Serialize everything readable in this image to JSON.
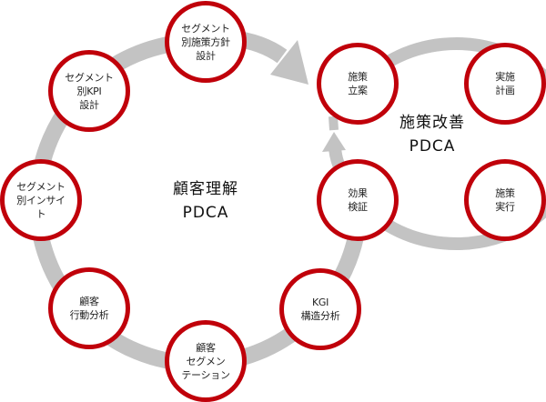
{
  "diagram": {
    "colors": {
      "ring": "#c3c3c3",
      "node_border": "#c0000a",
      "node_fill": "#ffffff",
      "text": "#222222"
    },
    "customer_cycle": {
      "title": "顧客理解\nPDCA",
      "nodes": [
        {
          "id": "segment-policy",
          "label": "セグメント\n別施策方針\n設計"
        },
        {
          "id": "segment-kpi",
          "label": "セグメント\n別KPI\n設計"
        },
        {
          "id": "segment-insight",
          "label": "セグメント\n別インサイ\nト"
        },
        {
          "id": "customer-behavior",
          "label": "顧客\n行動分析"
        },
        {
          "id": "customer-segmentation",
          "label": "顧客\nセグメン\nテーション"
        },
        {
          "id": "kgi-structure",
          "label": "KGI\n構造分析"
        }
      ]
    },
    "measure_cycle": {
      "title": "施策改善\nPDCA",
      "nodes": [
        {
          "id": "plan-measure",
          "label": "施策\n立案"
        },
        {
          "id": "implementation-plan",
          "label": "実施\n計画"
        },
        {
          "id": "execute-measure",
          "label": "施策\n実行"
        },
        {
          "id": "verify-effect",
          "label": "効果\n検証"
        }
      ]
    }
  }
}
